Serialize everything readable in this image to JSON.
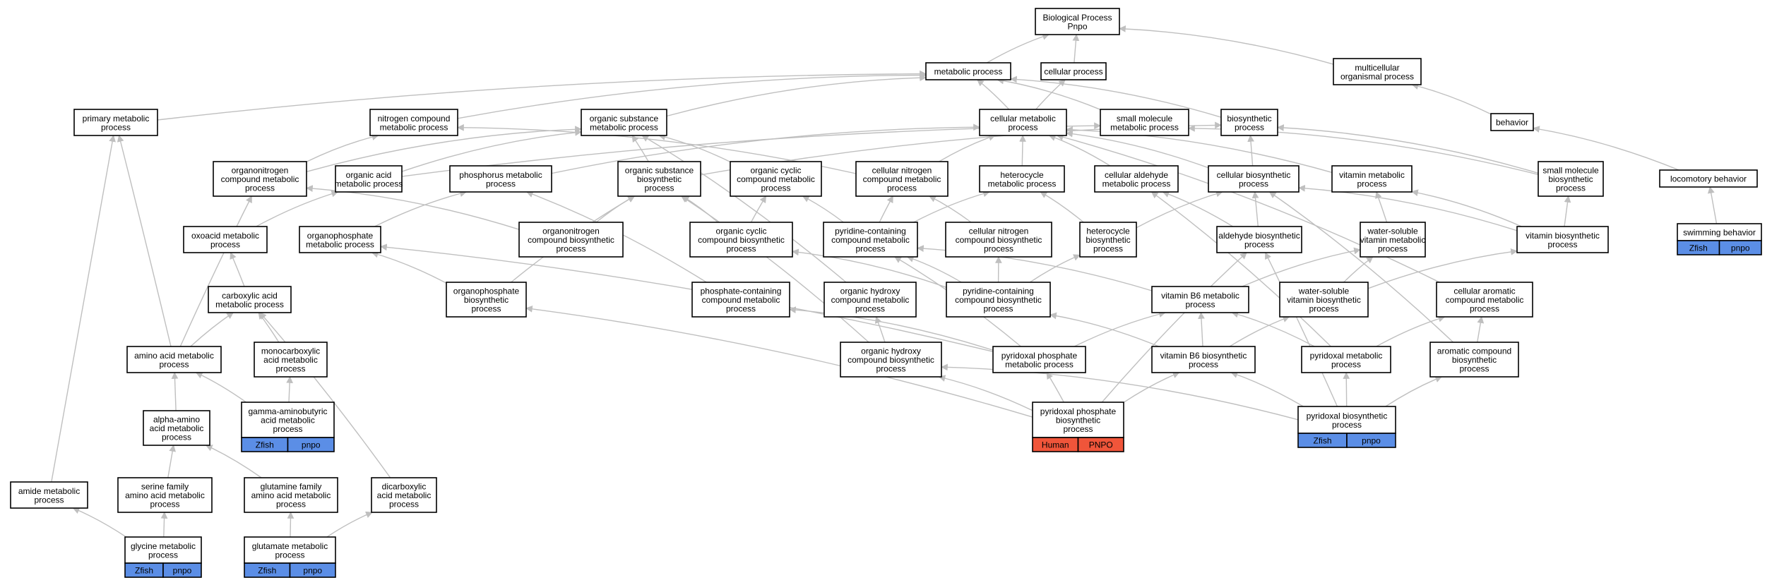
{
  "colors": {
    "node_border": "#000000",
    "edge": "#bfbfbf",
    "zfish": "#5b8ee6",
    "human": "#f0553a"
  },
  "nodes": {
    "bp": [
      "Biological Process",
      "Pnpo"
    ],
    "metabolic": [
      "metabolic process"
    ],
    "cellular": [
      "cellular process"
    ],
    "multicell": [
      "multicellular",
      "organismal process"
    ],
    "primary": [
      "primary metabolic",
      "process"
    ],
    "nitrogen": [
      "nitrogen compound",
      "metabolic process"
    ],
    "orgsub": [
      "organic substance",
      "metabolic process"
    ],
    "cellmet": [
      "cellular metabolic",
      "process"
    ],
    "smallmol": [
      "small molecule",
      "metabolic process"
    ],
    "biosyn": [
      "biosynthetic",
      "process"
    ],
    "behavior": [
      "behavior"
    ],
    "organonitrogen": [
      "organonitrogen",
      "compound metabolic",
      "process"
    ],
    "orgacid": [
      "organic acid",
      "metabolic process"
    ],
    "phosphorus": [
      "phosphorus metabolic",
      "process"
    ],
    "orgsubbio": [
      "organic substance",
      "biosynthetic",
      "process"
    ],
    "orgcyclic": [
      "organic cyclic",
      "compound metabolic",
      "process"
    ],
    "cellnitrogen": [
      "cellular nitrogen",
      "compound metabolic",
      "process"
    ],
    "heterocycle": [
      "heterocycle",
      "metabolic process"
    ],
    "cellald": [
      "cellular aldehyde",
      "metabolic process"
    ],
    "cellbio": [
      "cellular biosynthetic",
      "process"
    ],
    "vitmet": [
      "vitamin metabolic",
      "process"
    ],
    "smallmolbio": [
      "small molecule",
      "biosynthetic",
      "process"
    ],
    "locomotory": [
      "locomotory behavior"
    ],
    "oxoacid": [
      "oxoacid metabolic",
      "process"
    ],
    "organophos": [
      "organophosphate",
      "metabolic process"
    ],
    "organonitbio": [
      "organonitrogen",
      "compound biosynthetic",
      "process"
    ],
    "orgcyclicbio": [
      "organic cyclic",
      "compound biosynthetic",
      "process"
    ],
    "pyridinemet": [
      "pyridine-containing",
      "compound metabolic",
      "process"
    ],
    "cellnitbio": [
      "cellular nitrogen",
      "compound biosynthetic",
      "process"
    ],
    "heterobio": [
      "heterocycle",
      "biosynthetic",
      "process"
    ],
    "aldbio": [
      "aldehyde biosynthetic",
      "process"
    ],
    "wsvitmet": [
      "water-soluble",
      "vitamin metabolic",
      "process"
    ],
    "vitbio": [
      "vitamin biosynthetic",
      "process"
    ],
    "swimming": [
      "swimming behavior"
    ],
    "carboxylic": [
      "carboxylic acid",
      "metabolic process"
    ],
    "organophosbio": [
      "organophosphate",
      "biosynthetic",
      "process"
    ],
    "phoscontain": [
      "phosphate-containing",
      "compound metabolic",
      "process"
    ],
    "orghydroxy": [
      "organic hydroxy",
      "compound metabolic",
      "process"
    ],
    "pyridinebio": [
      "pyridine-containing",
      "compound biosynthetic",
      "process"
    ],
    "vitb6met": [
      "vitamin B6 metabolic",
      "process"
    ],
    "wsvitbio": [
      "water-soluble",
      "vitamin biosynthetic",
      "process"
    ],
    "cellarom": [
      "cellular aromatic",
      "compound metabolic",
      "process"
    ],
    "aminoacid": [
      "amino acid metabolic",
      "process"
    ],
    "monocarb": [
      "monocarboxylic",
      "acid metabolic",
      "process"
    ],
    "orghydroxybio": [
      "organic hydroxy",
      "compound biosynthetic",
      "process"
    ],
    "pyrphosmet": [
      "pyridoxal phosphate",
      "metabolic process"
    ],
    "vitb6bio": [
      "vitamin B6 biosynthetic",
      "process"
    ],
    "pyridoxalmet": [
      "pyridoxal metabolic",
      "process"
    ],
    "aromaticbio": [
      "aromatic compound",
      "biosynthetic",
      "process"
    ],
    "alphaamino": [
      "alpha-amino",
      "acid metabolic",
      "process"
    ],
    "gaba": [
      "gamma-aminobutyric",
      "acid metabolic",
      "process"
    ],
    "pyrphosbio": [
      "pyridoxal phosphate",
      "biosynthetic",
      "process"
    ],
    "pyridoxalbio": [
      "pyridoxal biosynthetic",
      "process"
    ],
    "amide": [
      "amide metabolic",
      "process"
    ],
    "serine": [
      "serine family",
      "amino acid metabolic",
      "process"
    ],
    "glutfam": [
      "glutamine family",
      "amino acid metabolic",
      "process"
    ],
    "dicarb": [
      "dicarboxylic",
      "acid metabolic",
      "process"
    ],
    "glycine": [
      "glycine metabolic",
      "process"
    ],
    "glutamate": [
      "glutamate metabolic",
      "process"
    ]
  },
  "annotations": {
    "swimming": [
      {
        "text": "Zfish",
        "kind": "zfish"
      },
      {
        "text": "pnpo",
        "kind": "zfish"
      }
    ],
    "gaba": [
      {
        "text": "Zfish",
        "kind": "zfish"
      },
      {
        "text": "pnpo",
        "kind": "zfish"
      }
    ],
    "pyrphosbio": [
      {
        "text": "Human",
        "kind": "human"
      },
      {
        "text": "PNPO",
        "kind": "human"
      }
    ],
    "pyridoxalbio": [
      {
        "text": "Zfish",
        "kind": "zfish"
      },
      {
        "text": "pnpo",
        "kind": "zfish"
      }
    ],
    "glycine": [
      {
        "text": "Zfish",
        "kind": "zfish"
      },
      {
        "text": "pnpo",
        "kind": "zfish"
      }
    ],
    "glutamate": [
      {
        "text": "Zfish",
        "kind": "zfish"
      },
      {
        "text": "pnpo",
        "kind": "zfish"
      }
    ]
  },
  "edges": [
    [
      "metabolic",
      "bp"
    ],
    [
      "cellular",
      "bp"
    ],
    [
      "multicell",
      "bp"
    ],
    [
      "primary",
      "metabolic"
    ],
    [
      "nitrogen",
      "metabolic"
    ],
    [
      "orgsub",
      "metabolic"
    ],
    [
      "cellmet",
      "metabolic"
    ],
    [
      "cellmet",
      "cellular"
    ],
    [
      "smallmol",
      "metabolic"
    ],
    [
      "biosyn",
      "metabolic"
    ],
    [
      "behavior",
      "multicell"
    ],
    [
      "organonitrogen",
      "nitrogen"
    ],
    [
      "organonitrogen",
      "orgsub"
    ],
    [
      "orgacid",
      "orgsub"
    ],
    [
      "orgacid",
      "smallmol"
    ],
    [
      "phosphorus",
      "cellmet"
    ],
    [
      "orgsubbio",
      "orgsub"
    ],
    [
      "orgsubbio",
      "biosyn"
    ],
    [
      "orgcyclic",
      "orgsub"
    ],
    [
      "cellnitrogen",
      "cellmet"
    ],
    [
      "cellnitrogen",
      "nitrogen"
    ],
    [
      "heterocycle",
      "cellmet"
    ],
    [
      "cellald",
      "cellmet"
    ],
    [
      "cellbio",
      "cellmet"
    ],
    [
      "cellbio",
      "biosyn"
    ],
    [
      "vitmet",
      "cellmet"
    ],
    [
      "smallmolbio",
      "smallmol"
    ],
    [
      "smallmolbio",
      "biosyn"
    ],
    [
      "locomotory",
      "behavior"
    ],
    [
      "oxoacid",
      "orgacid"
    ],
    [
      "organophos",
      "phosphorus"
    ],
    [
      "organonitbio",
      "organonitrogen"
    ],
    [
      "organonitbio",
      "orgsubbio"
    ],
    [
      "orgcyclicbio",
      "orgcyclic"
    ],
    [
      "orgcyclicbio",
      "orgsubbio"
    ],
    [
      "pyridinemet",
      "orgcyclic"
    ],
    [
      "pyridinemet",
      "heterocycle"
    ],
    [
      "pyridinemet",
      "cellnitrogen"
    ],
    [
      "cellnitbio",
      "cellnitrogen"
    ],
    [
      "heterobio",
      "heterocycle"
    ],
    [
      "heterobio",
      "cellbio"
    ],
    [
      "aldbio",
      "cellald"
    ],
    [
      "aldbio",
      "cellbio"
    ],
    [
      "wsvitmet",
      "vitmet"
    ],
    [
      "vitbio",
      "vitmet"
    ],
    [
      "vitbio",
      "smallmolbio"
    ],
    [
      "vitbio",
      "cellbio"
    ],
    [
      "swimming",
      "locomotory"
    ],
    [
      "carboxylic",
      "oxoacid"
    ],
    [
      "organophosbio",
      "organophos"
    ],
    [
      "organophosbio",
      "orgsubbio"
    ],
    [
      "phoscontain",
      "phosphorus"
    ],
    [
      "orghydroxy",
      "orgsub"
    ],
    [
      "pyridinebio",
      "pyridinemet"
    ],
    [
      "pyridinebio",
      "cellnitbio"
    ],
    [
      "pyridinebio",
      "heterobio"
    ],
    [
      "pyridinebio",
      "orgcyclicbio"
    ],
    [
      "vitb6met",
      "pyridinemet"
    ],
    [
      "vitb6met",
      "wsvitmet"
    ],
    [
      "wsvitbio",
      "wsvitmet"
    ],
    [
      "wsvitbio",
      "vitbio"
    ],
    [
      "cellarom",
      "cellmet"
    ],
    [
      "aminoacid",
      "carboxylic"
    ],
    [
      "aminoacid",
      "organonitrogen"
    ],
    [
      "aminoacid",
      "primary"
    ],
    [
      "monocarb",
      "carboxylic"
    ],
    [
      "orghydroxybio",
      "orghydroxy"
    ],
    [
      "orghydroxybio",
      "orgsubbio"
    ],
    [
      "pyrphosmet",
      "vitb6met"
    ],
    [
      "pyrphosmet",
      "organophos"
    ],
    [
      "pyrphosmet",
      "phoscontain"
    ],
    [
      "pyrphosmet",
      "pyridinemet"
    ],
    [
      "vitb6bio",
      "vitb6met"
    ],
    [
      "vitb6bio",
      "wsvitbio"
    ],
    [
      "vitb6bio",
      "pyridinebio"
    ],
    [
      "pyridoxalmet",
      "vitb6met"
    ],
    [
      "pyridoxalmet",
      "cellald"
    ],
    [
      "pyridoxalmet",
      "cellarom"
    ],
    [
      "aromaticbio",
      "cellarom"
    ],
    [
      "aromaticbio",
      "cellbio"
    ],
    [
      "alphaamino",
      "aminoacid"
    ],
    [
      "gaba",
      "monocarb"
    ],
    [
      "gaba",
      "aminoacid"
    ],
    [
      "pyrphosbio",
      "pyrphosmet"
    ],
    [
      "pyrphosbio",
      "vitb6bio"
    ],
    [
      "pyrphosbio",
      "organophosbio"
    ],
    [
      "pyrphosbio",
      "orghydroxybio"
    ],
    [
      "pyrphosbio",
      "aldbio"
    ],
    [
      "pyridoxalbio",
      "pyridoxalmet"
    ],
    [
      "pyridoxalbio",
      "vitb6bio"
    ],
    [
      "pyridoxalbio",
      "aromaticbio"
    ],
    [
      "pyridoxalbio",
      "orghydroxybio"
    ],
    [
      "pyridoxalbio",
      "aldbio"
    ],
    [
      "amide",
      "primary"
    ],
    [
      "serine",
      "alphaamino"
    ],
    [
      "glutfam",
      "alphaamino"
    ],
    [
      "dicarb",
      "carboxylic"
    ],
    [
      "glycine",
      "serine"
    ],
    [
      "glycine",
      "amide"
    ],
    [
      "glutamate",
      "glutfam"
    ],
    [
      "glutamate",
      "dicarb"
    ]
  ]
}
